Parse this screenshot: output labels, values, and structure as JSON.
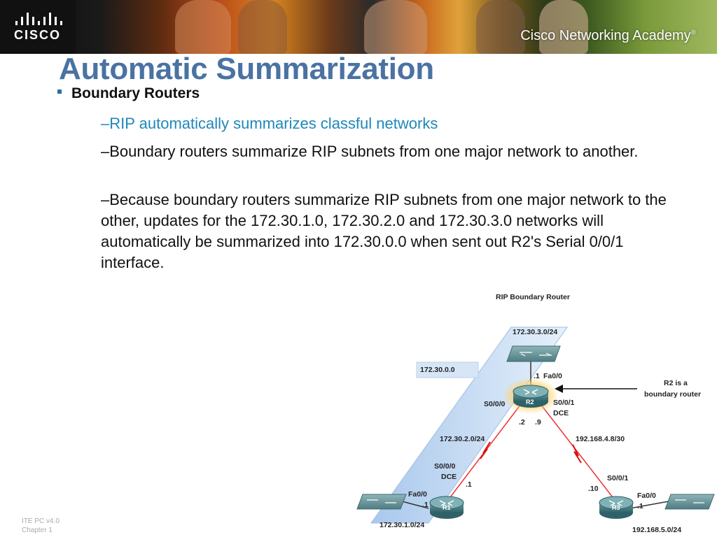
{
  "banner": {
    "logo_text": "CISCO",
    "academy_text": "Cisco Networking Academy",
    "registered_mark": "®"
  },
  "slide": {
    "title": "Automatic Summarization",
    "bullet": "Boundary Routers",
    "subpoints": [
      "–RIP automatically summarizes classful networks",
      "–Boundary routers summarize RIP subnets from one major network to another.",
      "–Because boundary routers summarize RIP subnets from one major network to the other, updates for the 172.30.1.0, 172.30.2.0 and 172.30.3.0 networks will automatically be summarized into 172.30.0.0 when sent out R2's Serial 0/0/1 interface."
    ]
  },
  "diagram": {
    "heading": "RIP Boundary Router",
    "summary_box": "172.30.0.0",
    "nets": {
      "top": "172.30.3.0/24",
      "left_link": "172.30.2.0/24",
      "right_link": "192.168.4.8/30",
      "r1_lan": "172.30.1.0/24",
      "r3_lan": "192.168.5.0/24"
    },
    "routers": {
      "r1": "R1",
      "r2": "R2",
      "r3": "R3"
    },
    "r2_labels": {
      "top_ip": ".1",
      "top_if": "Fa0/0",
      "left_if": "S0/0/0",
      "right_if": "S0/0/1",
      "right_dce": "DCE",
      "left_ip": ".2",
      "right_ip": ".9"
    },
    "r1_labels": {
      "s_if": "S0/0/0",
      "dce": "DCE",
      "s_ip": ".1",
      "fa_if": "Fa0/0",
      "fa_ip": ".1"
    },
    "r3_labels": {
      "s_if": "S0/0/1",
      "s_ip": ".10",
      "fa_if": "Fa0/0",
      "fa_ip": ".1"
    },
    "callout": [
      "R2 is a",
      "boundary router"
    ]
  },
  "footer": {
    "line1": "ITE PC v4.0",
    "line2": "Chapter 1"
  },
  "colors": {
    "title": "#4a72a3",
    "sub_blue": "#1e88b8",
    "bullet_square": "#2a6fa8",
    "shade": "#b9d3f0",
    "serial_link": "#d11"
  }
}
